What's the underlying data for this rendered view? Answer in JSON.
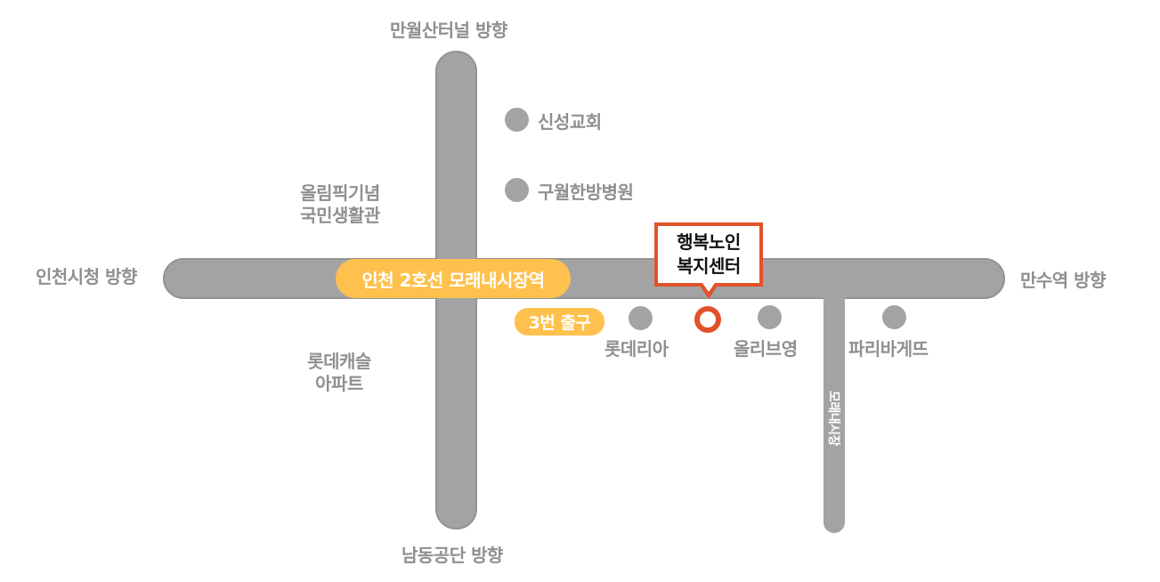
{
  "directions": {
    "north": "만월산터널 방향",
    "south": "남동공단 방향",
    "west": "인천시청 방향",
    "east": "만수역 방향"
  },
  "landmarks": {
    "olympic_line1": "올림픽기념",
    "olympic_line2": "국민생활관",
    "lotte_line1": "롯데캐슬",
    "lotte_line2": "아파트"
  },
  "pois": [
    {
      "name": "신성교회"
    },
    {
      "name": "구월한방병원"
    },
    {
      "name": "롯데리아"
    },
    {
      "name": "올리브영"
    },
    {
      "name": "파리바게뜨"
    }
  ],
  "station": {
    "name": "인천 2호선 모래내시장역",
    "exit": "3번 출구"
  },
  "destination": {
    "line1": "행복노인",
    "line2": "복지센터"
  },
  "side_road": "모래내시장",
  "colors": {
    "road": "#a3a3a3",
    "station": "#ffc14d",
    "destination": "#e2522a",
    "label": "#8f8f8f"
  }
}
